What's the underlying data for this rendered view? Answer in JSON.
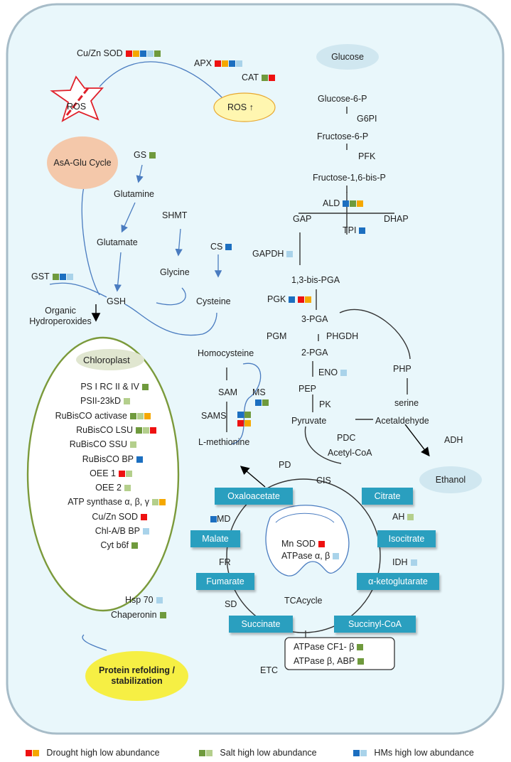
{
  "colors": {
    "drought_high": "#ee1111",
    "drought_low": "#f5a800",
    "salt_high": "#6f9a3d",
    "salt_low": "#b4cf8c",
    "hms_high": "#1c6fc0",
    "hms_low": "#a9d3ea",
    "cell_bg": "#e9f7fb",
    "box": "#2a9fbf"
  },
  "ros": {
    "cuzn_sod": "Cu/Zn SOD",
    "apx": "APX",
    "cat": "CAT",
    "ros_star": "ROS",
    "ros_up": "ROS"
  },
  "glycolysis": {
    "glucose": "Glucose",
    "glucose_6p": "Glucose-6-P",
    "g6pi": "G6PI",
    "fructose_6p": "Fructose-6-P",
    "pfk": "PFK",
    "fructose_16bp": "Fructose-1,6-bis-P",
    "ald": "ALD",
    "gap": "GAP",
    "dhap": "DHAP",
    "tpi": "TPI",
    "gapdh": "GAPDH",
    "bpga": "1,3-bis-PGA",
    "pgk": "PGK",
    "pga3": "3-PGA",
    "pgm": "PGM",
    "phgdh": "PHGDH",
    "pga2": "2-PGA",
    "eno": "ENO",
    "php": "PHP",
    "pep": "PEP",
    "serine": "serine",
    "pk": "PK",
    "pyruvate": "Pyruvate",
    "acetaldehyde": "Acetaldehyde",
    "pdc": "PDC",
    "acetyl_coa": "Acetyl-CoA",
    "adh": "ADH",
    "ethanol": "Ethanol"
  },
  "amino": {
    "asa_glu": "AsA-Glu Cycle",
    "gs": "GS",
    "glutamine": "Glutamine",
    "shmt": "SHMT",
    "glutamate": "Glutamate",
    "cs": "CS",
    "glycine": "Glycine",
    "cysteine": "Cysteine",
    "gst": "GST",
    "gsh": "GSH",
    "organic_hydroperoxides": "Organic Hydroperoxides",
    "homocysteine": "Homocysteine",
    "sam": "SAM",
    "ms": "MS",
    "sams": "SAMS",
    "l_methionine": "L-methionine"
  },
  "chloroplast": {
    "title": "Chloroplast",
    "items": [
      {
        "label": "PS I RC II & IV",
        "marks": [
          "salt_high"
        ]
      },
      {
        "label": "PSII-23kD",
        "marks": [
          "salt_low"
        ]
      },
      {
        "label": "RuBisCO activase",
        "marks": [
          "salt_high",
          "salt_low",
          "drought_low"
        ]
      },
      {
        "label": "RuBisCO LSU",
        "marks": [
          "salt_high",
          "salt_low",
          "drought_high"
        ]
      },
      {
        "label": "RuBisCO SSU",
        "marks": [
          "salt_low"
        ]
      },
      {
        "label": "RuBisCO BP",
        "marks": [
          "hms_high"
        ]
      },
      {
        "label": "OEE 1",
        "marks": [
          "drought_high",
          "salt_low"
        ]
      },
      {
        "label": "OEE 2",
        "marks": [
          "salt_low"
        ]
      },
      {
        "label": "ATP synthase α, β, γ",
        "marks": [
          "salt_low",
          "drought_low"
        ]
      },
      {
        "label": "Cu/Zn SOD",
        "marks": [
          "drought_high"
        ]
      },
      {
        "label": "Chl-A/B BP",
        "marks": [
          "hms_low"
        ]
      },
      {
        "label": "Cyt b6f",
        "marks": [
          "salt_high"
        ]
      }
    ]
  },
  "chaperone": {
    "hsp70": "Hsp 70",
    "chaperonin": "Chaperonin",
    "refolding": "Protein refolding / stabilization"
  },
  "tca": {
    "pd": "PD",
    "cis": "CIS",
    "oxaloacetate": "Oxaloacetate",
    "citrate": "Citrate",
    "ah": "AH",
    "md": "MD",
    "malate": "Malate",
    "isocitrate": "Isocitrate",
    "mn_sod": "Mn SOD",
    "atpase_ab": "ATPase α, β",
    "fr": "FR",
    "idh": "IDH",
    "fumarate": "Fumarate",
    "akg": "α-ketoglutarate",
    "sd": "SD",
    "tca_cycle": "TCAcycle",
    "succinate": "Succinate",
    "succinyl_coa": "Succinyl-CoA",
    "etc": "ETC",
    "atpase_cf1": "ATPase CF1- β",
    "atpase_abp": "ATPase β, ABP"
  },
  "legend": {
    "drought": "Drought high low abundance",
    "salt": "Salt high low abundance",
    "hms": "HMs high low abundance"
  }
}
